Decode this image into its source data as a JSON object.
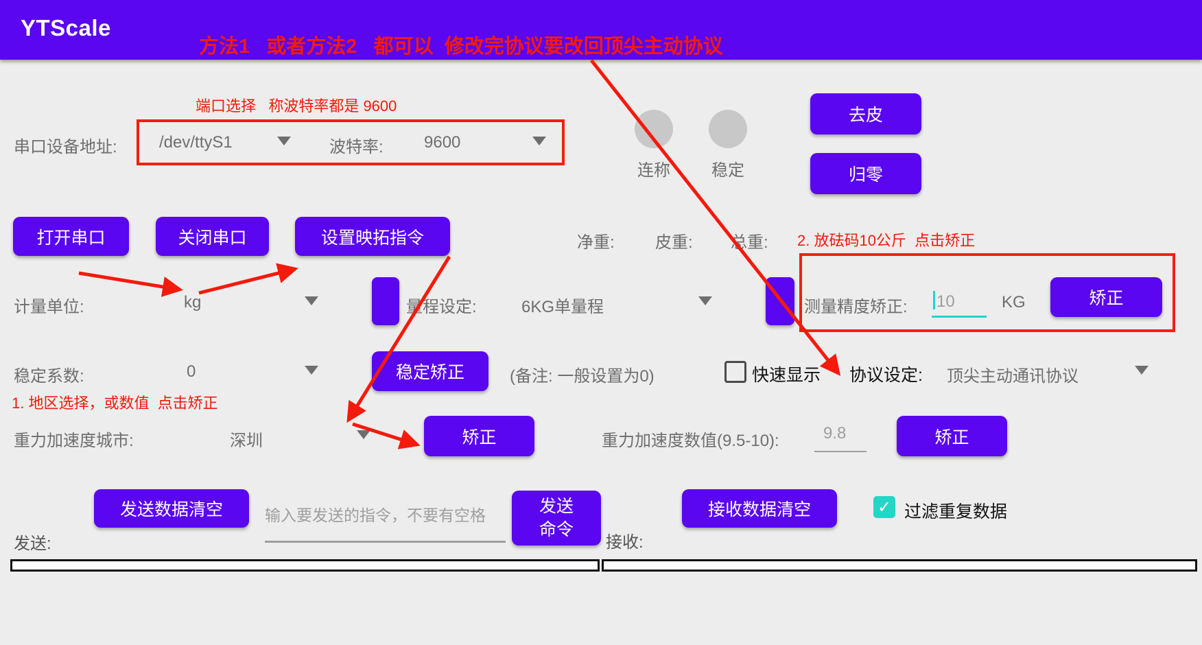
{
  "colors": {
    "accent": "#5A06F0",
    "annotation_red": "#F41A0C",
    "teal": "#23D6C6",
    "background": "#EDEDED"
  },
  "header": {
    "app_title": "YTScale",
    "annotation": "方法1   或者方法2   都可以  修改完协议要改回顶尖主动协议"
  },
  "serial": {
    "note": "端口选择   称波特率都是 9600",
    "device_label": "串口设备地址:",
    "device_value": "/dev/ttyS1",
    "baud_label": "波特率:",
    "baud_value": "9600"
  },
  "status": {
    "link_label": "连称",
    "stable_label": "稳定"
  },
  "actions": {
    "tare": "去皮",
    "zero": "归零",
    "open_port": "打开串口",
    "close_port": "关闭串口",
    "set_command": "设置映拓指令"
  },
  "weights": {
    "net": "净重:",
    "tare": "皮重:",
    "gross": "总重:"
  },
  "notes": {
    "calibration": "2. 放砝码10公斤  点击矫正",
    "region": "1. 地区选择，或数值  点击矫正"
  },
  "unit_row": {
    "unit_label": "计量单位:",
    "unit_value": "kg",
    "range_label": "量程设定:",
    "range_value": "6KG单量程",
    "precision_label": "测量精度矫正:",
    "precision_value": "10",
    "precision_unit": "KG",
    "calibrate_button": "矫正"
  },
  "stability_row": {
    "label": "稳定系数:",
    "value": "0",
    "calibrate_button": "稳定矫正",
    "remark": "(备注: 一般设置为0)",
    "quick_display_label": "快速显示",
    "protocol_label": "协议设定:",
    "protocol_value": "顶尖主动通讯协议"
  },
  "gravity_row": {
    "city_label": "重力加速度城市:",
    "city_value": "深圳",
    "calibrate_button": "矫正",
    "value_label": "重力加速度数值(9.5-10):",
    "value_placeholder": "9.8",
    "value_calibrate_button": "矫正"
  },
  "send_row": {
    "send_label": "发送:",
    "clear_button": "发送数据清空",
    "input_placeholder": "输入要发送的指令，不要有空格",
    "send_button_line1": "发送",
    "send_button_line2": "命令",
    "receive_label": "接收:",
    "receive_clear_button": "接收数据清空",
    "filter_label": "过滤重复数据",
    "filter_check": "✓"
  }
}
